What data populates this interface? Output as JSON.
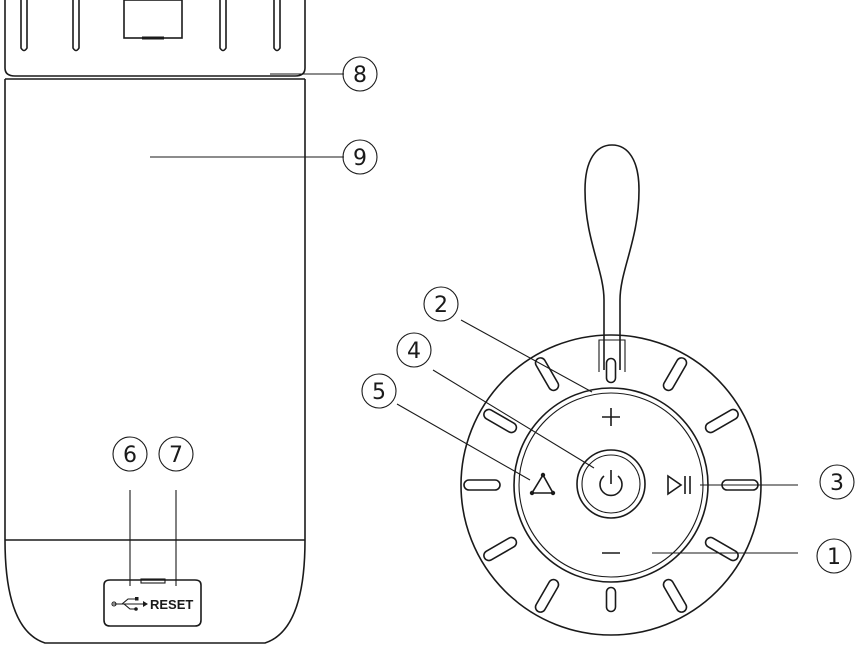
{
  "front_view": {
    "port_cover": {
      "reset_label": "RESET",
      "usb_symbol": "usb-icon"
    }
  },
  "top_view": {
    "buttons": [
      {
        "symbol": "+",
        "icon": "plus-icon"
      },
      {
        "symbol": "−",
        "icon": "minus-icon"
      },
      {
        "symbol": "⏻",
        "icon": "power-icon"
      },
      {
        "symbol": "▷||",
        "icon": "play-pause-icon"
      },
      {
        "symbol": "△",
        "icon": "link-triangle-icon"
      }
    ]
  },
  "callouts": {
    "c1": "1",
    "c2": "2",
    "c3": "3",
    "c4": "4",
    "c5": "5",
    "c6": "6",
    "c7": "7",
    "c8": "8",
    "c9": "9"
  }
}
